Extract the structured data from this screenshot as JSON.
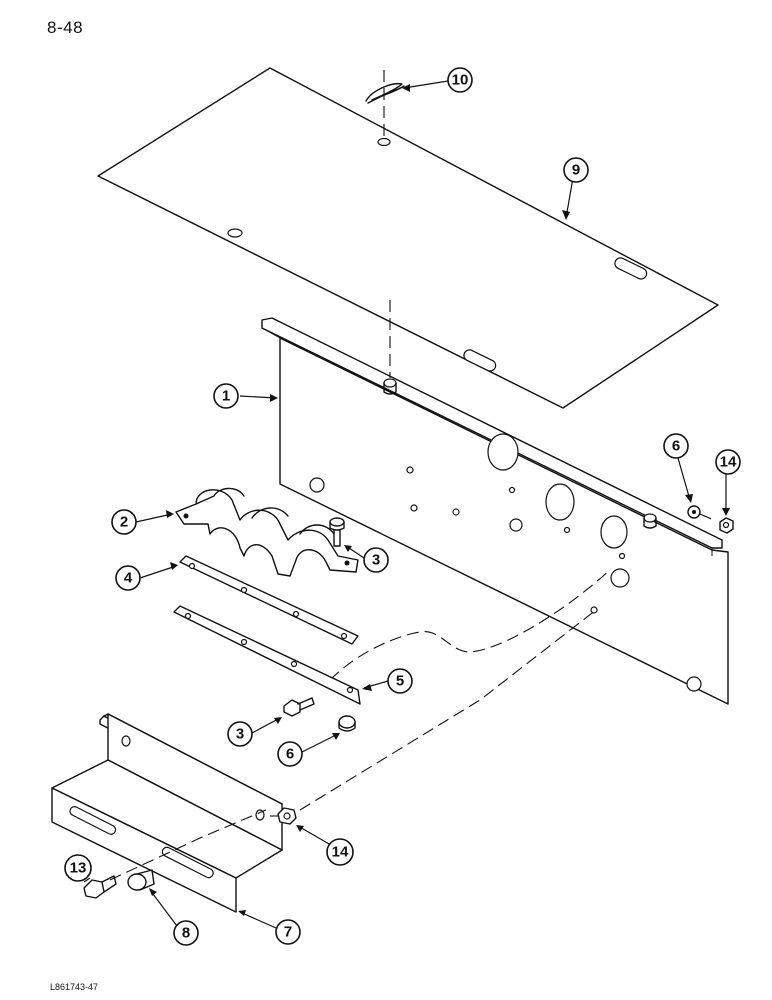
{
  "page_number": "8-48",
  "figure_code": "L861743-47",
  "callouts": [
    {
      "id": "c10",
      "label": "10"
    },
    {
      "id": "c9",
      "label": "9"
    },
    {
      "id": "c1",
      "label": "1"
    },
    {
      "id": "c6a",
      "label": "6"
    },
    {
      "id": "c14a",
      "label": "14"
    },
    {
      "id": "c2",
      "label": "2"
    },
    {
      "id": "c3a",
      "label": "3"
    },
    {
      "id": "c4",
      "label": "4"
    },
    {
      "id": "c5",
      "label": "5"
    },
    {
      "id": "c3b",
      "label": "3"
    },
    {
      "id": "c6b",
      "label": "6"
    },
    {
      "id": "c14b",
      "label": "14"
    },
    {
      "id": "c13",
      "label": "13"
    },
    {
      "id": "c8",
      "label": "8"
    },
    {
      "id": "c7",
      "label": "7"
    }
  ]
}
